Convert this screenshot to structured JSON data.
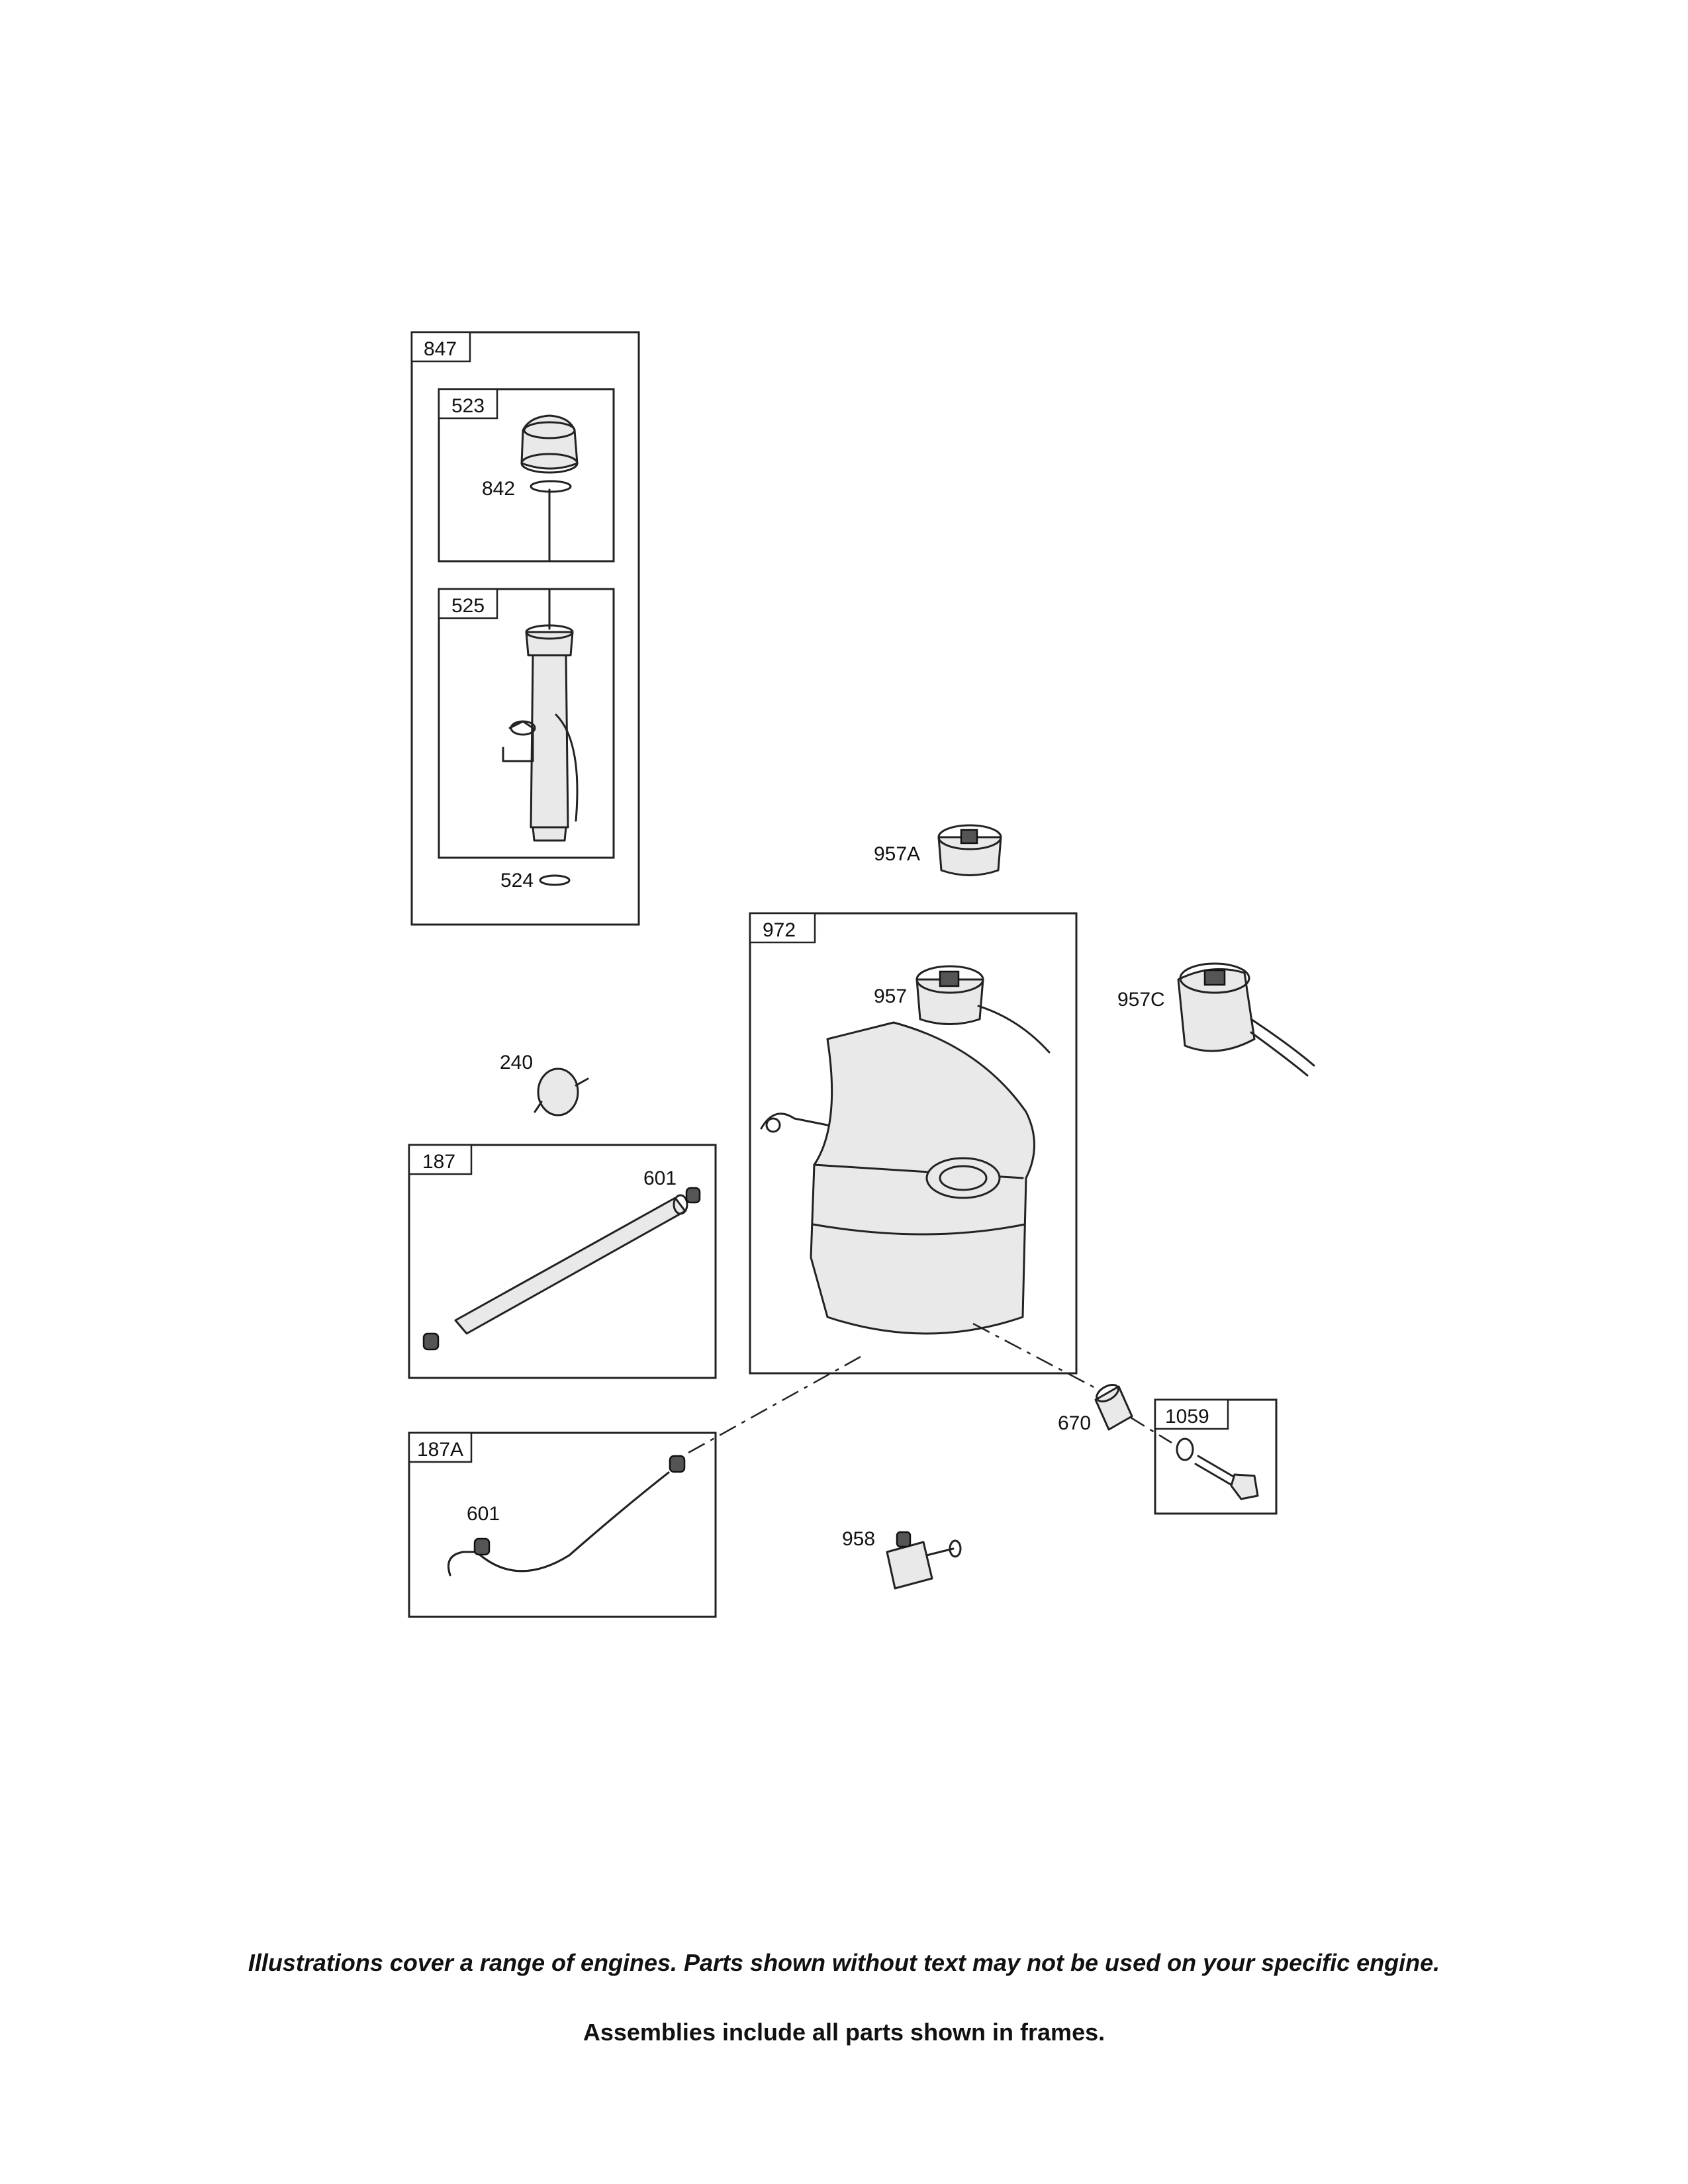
{
  "frames": {
    "f847": "847",
    "f523": "523",
    "f525": "525",
    "f972": "972",
    "f187": "187",
    "f187A": "187A",
    "f1059": "1059"
  },
  "callouts": {
    "c842": "842",
    "c524": "524",
    "c957A": "957A",
    "c957": "957",
    "c957C": "957C",
    "c240": "240",
    "c601_upper": "601",
    "c601_lower": "601",
    "c670": "670",
    "c958": "958"
  },
  "notes": {
    "range": "Illustrations cover a range of engines. Parts shown without text may not be used on your specific engine.",
    "frames": "Assemblies include all parts shown in frames."
  }
}
